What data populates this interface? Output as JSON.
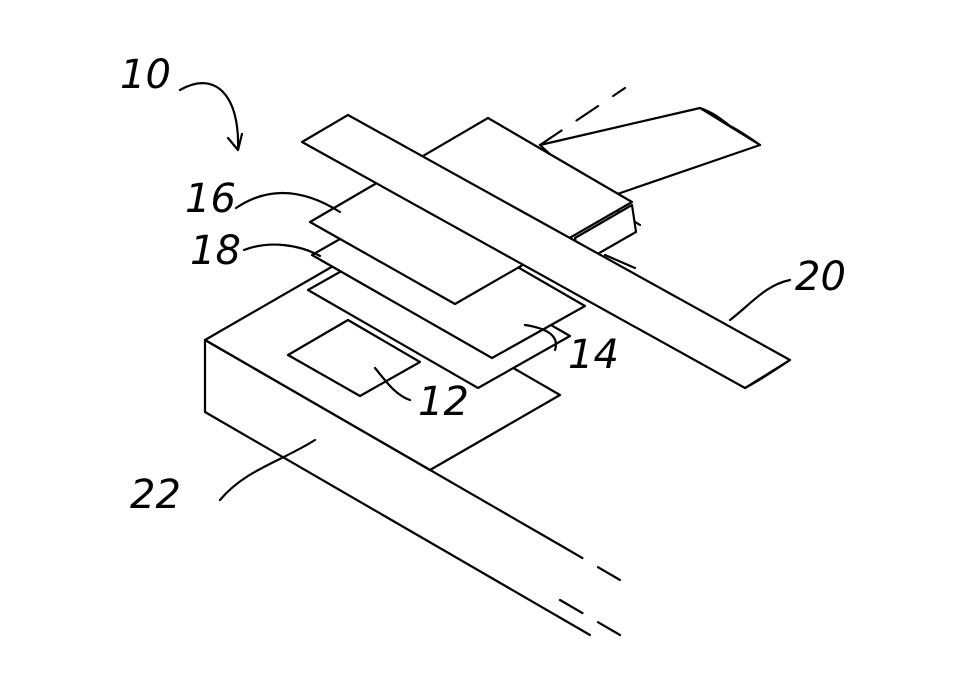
{
  "labels": {
    "assembly": "10",
    "layer_16": "16",
    "layer_18": "18",
    "strip_20": "20",
    "base_22": "22",
    "layer_12": "12",
    "layer_14": "14"
  },
  "colors": {
    "ink": "#000000",
    "paper": "#ffffff"
  }
}
